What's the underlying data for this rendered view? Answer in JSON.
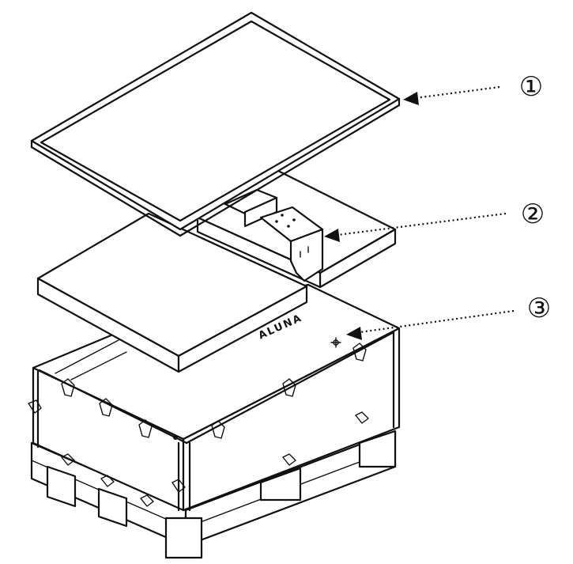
{
  "callouts": [
    {
      "marker": "①",
      "target": "top-cover-panel"
    },
    {
      "marker": "②",
      "target": "bracket"
    },
    {
      "marker": "③",
      "target": "crate-box"
    }
  ],
  "crate_print": "ALUNA"
}
